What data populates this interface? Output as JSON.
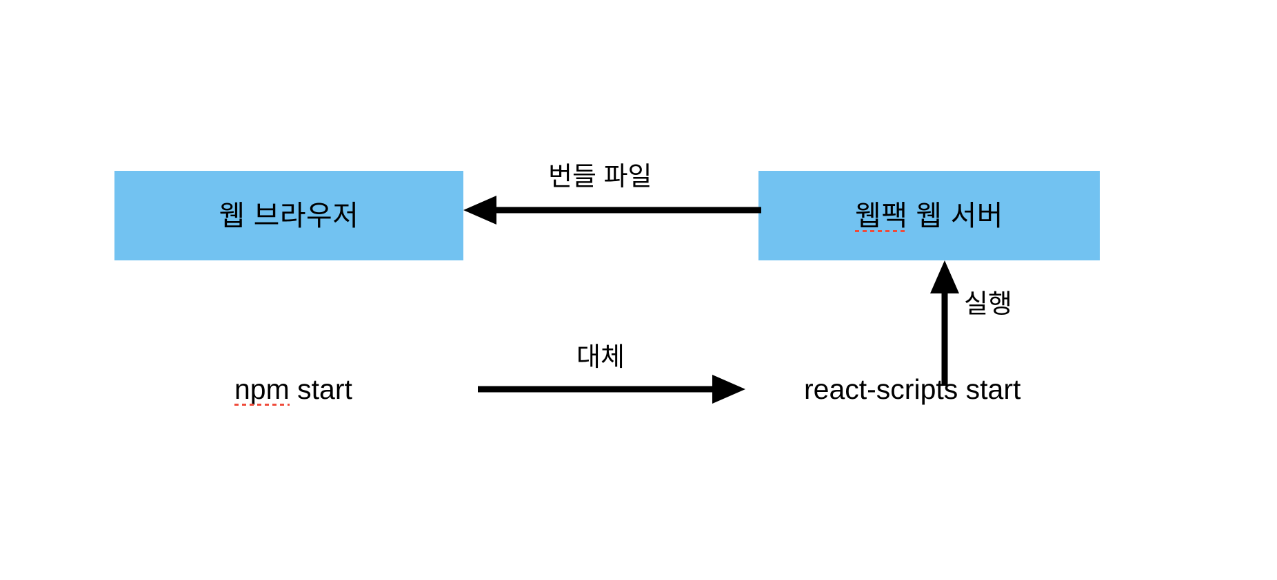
{
  "diagram": {
    "title": "webpack dev server flow",
    "accent_color": "#72C2F1",
    "stroke_color": "#000000",
    "spellcheck_color": "#ef4b3a",
    "background_color": "#ffffff"
  },
  "nodes": [
    {
      "id": "web-browser",
      "label": "웹 브라우저",
      "misspelled_part": "",
      "rest_part": "웹 브라우저"
    },
    {
      "id": "webpack-web-server",
      "label": "웹팩 웹 서버",
      "misspelled_part": "웹팩",
      "rest_part": " 웹 서버"
    }
  ],
  "edges": [
    {
      "id": "bundle-file",
      "label": "번들 파일",
      "direction": "left",
      "from": "웹팩 웹 서버",
      "to": "웹 브라우저"
    },
    {
      "id": "replace",
      "label": "대체",
      "direction": "right",
      "from": "npm start",
      "to": "react-scripts start"
    },
    {
      "id": "execute",
      "label": "실행",
      "direction": "up",
      "from": "react-scripts start",
      "to": "웹팩 웹 서버"
    }
  ],
  "commands": [
    {
      "id": "npm-start",
      "label": "npm start",
      "misspelled_part": "npm",
      "rest_part": " start"
    },
    {
      "id": "react-scripts-start",
      "label": "react-scripts start",
      "misspelled_part": "",
      "rest_part": "react-scripts start"
    }
  ]
}
